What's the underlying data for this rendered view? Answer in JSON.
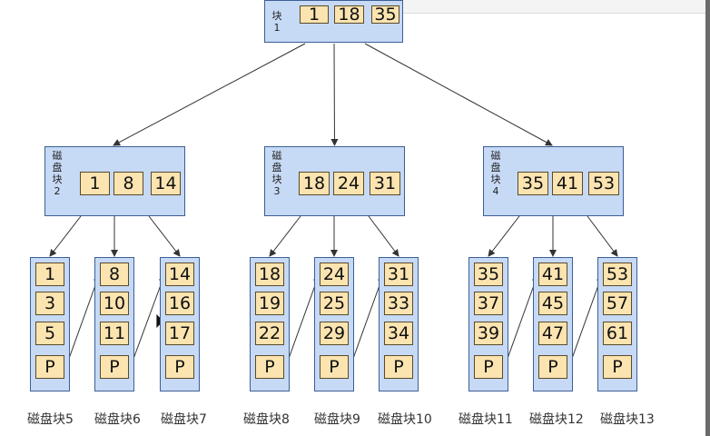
{
  "root": {
    "label": [
      "块",
      "1"
    ],
    "keys": [
      "1",
      "18",
      "35"
    ]
  },
  "internal": [
    {
      "label": [
        "磁",
        "盘",
        "块",
        "2"
      ],
      "keys": [
        "1",
        "8",
        "14"
      ]
    },
    {
      "label": [
        "磁",
        "盘",
        "块",
        "3"
      ],
      "keys": [
        "18",
        "24",
        "31"
      ]
    },
    {
      "label": [
        "磁",
        "盘",
        "块",
        "4"
      ],
      "keys": [
        "35",
        "41",
        "53"
      ]
    }
  ],
  "leaves": [
    {
      "keys": [
        "1",
        "3",
        "5",
        "P"
      ],
      "caption": "磁盘块5"
    },
    {
      "keys": [
        "8",
        "10",
        "11",
        "P"
      ],
      "caption": "磁盘块6"
    },
    {
      "keys": [
        "14",
        "16",
        "17",
        "P"
      ],
      "caption": "磁盘块7"
    },
    {
      "keys": [
        "18",
        "19",
        "22",
        "P"
      ],
      "caption": "磁盘块8"
    },
    {
      "keys": [
        "24",
        "25",
        "29",
        "P"
      ],
      "caption": "磁盘块9"
    },
    {
      "keys": [
        "31",
        "33",
        "34",
        "P"
      ],
      "caption": "磁盘块10"
    },
    {
      "keys": [
        "35",
        "37",
        "39",
        "P"
      ],
      "caption": "磁盘块11"
    },
    {
      "keys": [
        "41",
        "45",
        "47",
        "P"
      ],
      "caption": "磁盘块12"
    },
    {
      "keys": [
        "53",
        "57",
        "61",
        "P"
      ],
      "caption": "磁盘块13"
    }
  ],
  "colors": {
    "node_fill": "#c6d9f5",
    "node_border": "#3d5f96",
    "key_fill": "#fbe4b0",
    "edge": "#333333"
  }
}
